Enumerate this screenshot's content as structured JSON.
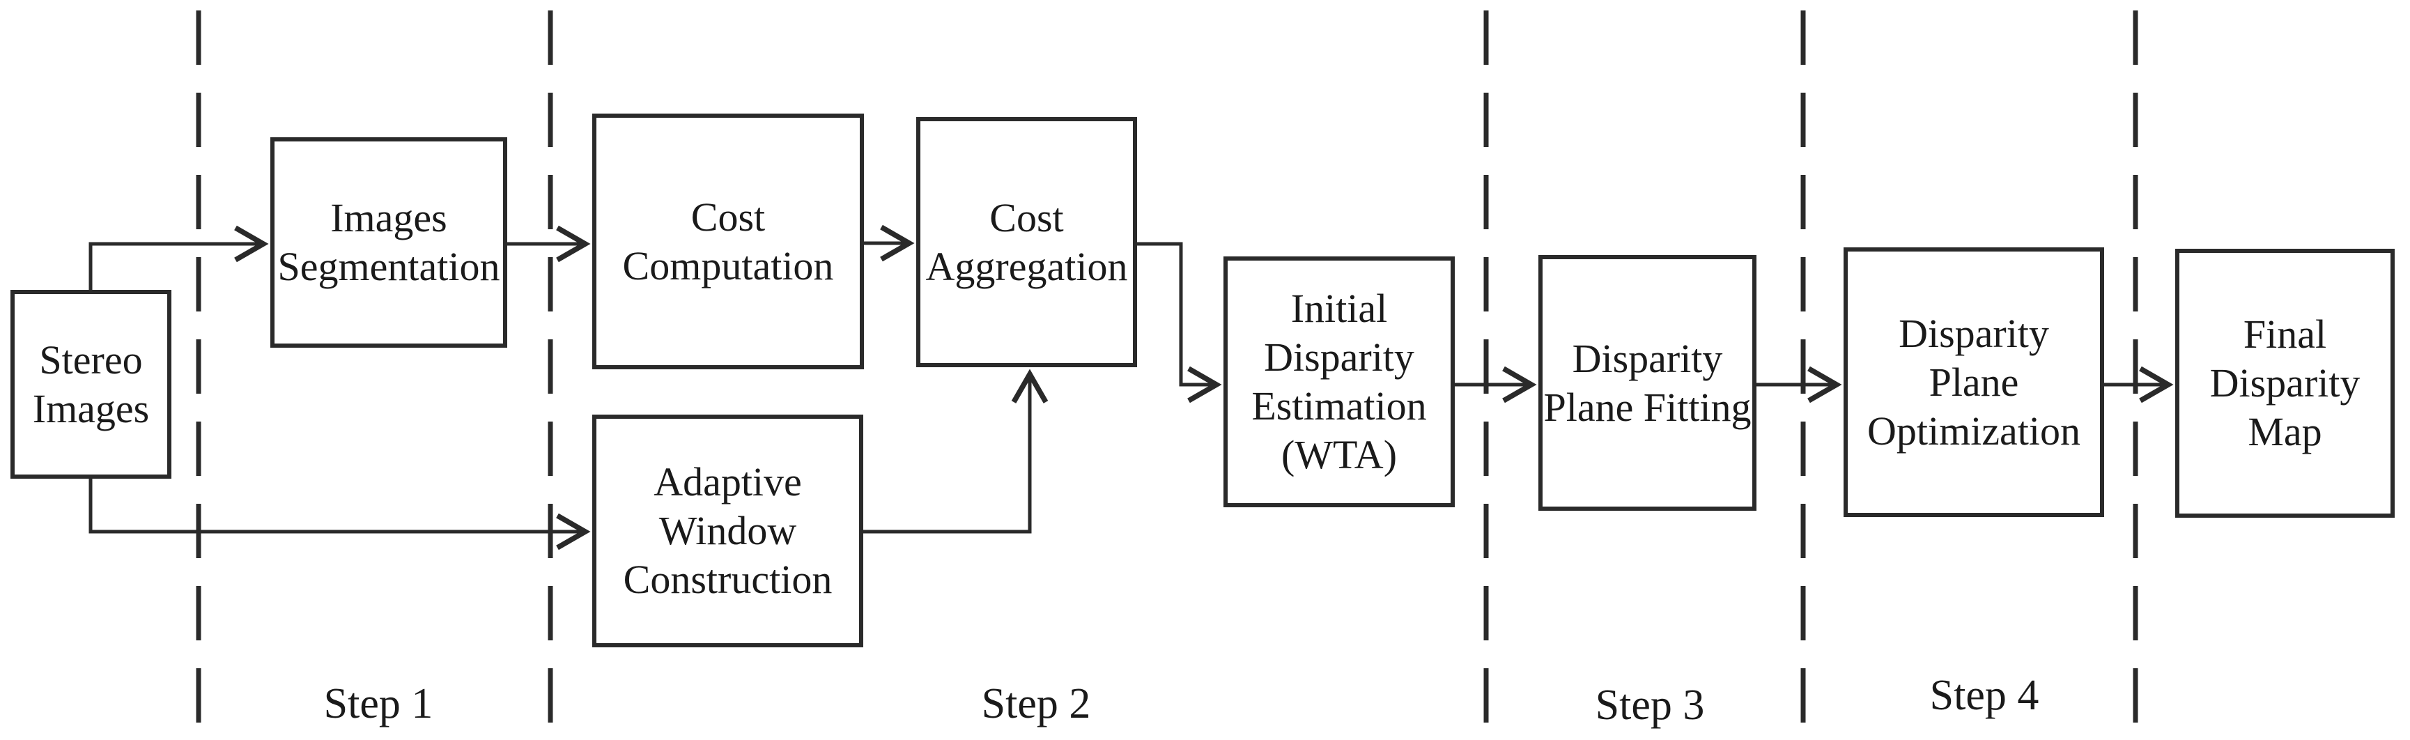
{
  "diagram": {
    "type": "flowchart",
    "background_color": "#ffffff",
    "line_color": "#2a2a2a",
    "text_color": "#1a1a1a",
    "nodes": {
      "stereo_images": {
        "label": "Stereo\nImages"
      },
      "images_segmentation": {
        "label": "Images\nSegmentation"
      },
      "cost_computation": {
        "label": "Cost\nComputation"
      },
      "cost_aggregation": {
        "label": "Cost\nAggregation"
      },
      "adaptive_window": {
        "label": "Adaptive\nWindow\nConstruction"
      },
      "initial_disparity": {
        "label": "Initial\nDisparity\nEstimation\n(WTA)"
      },
      "plane_fitting": {
        "label": "Disparity\nPlane Fitting"
      },
      "plane_optimization": {
        "label": "Disparity\nPlane\nOptimization"
      },
      "final_map": {
        "label": "Final\nDisparity\nMap"
      }
    },
    "edges": [
      {
        "from": "stereo_images",
        "to": "images_segmentation"
      },
      {
        "from": "images_segmentation",
        "to": "cost_computation"
      },
      {
        "from": "cost_computation",
        "to": "cost_aggregation"
      },
      {
        "from": "cost_aggregation",
        "to": "initial_disparity"
      },
      {
        "from": "stereo_images",
        "to": "adaptive_window"
      },
      {
        "from": "adaptive_window",
        "to": "cost_aggregation"
      },
      {
        "from": "initial_disparity",
        "to": "plane_fitting"
      },
      {
        "from": "plane_fitting",
        "to": "plane_optimization"
      },
      {
        "from": "plane_optimization",
        "to": "final_map"
      }
    ],
    "step_labels": {
      "step1": "Step 1",
      "step2": "Step 2",
      "step3": "Step 3",
      "step4": "Step 4"
    },
    "steps": [
      {
        "label": "Step 1",
        "nodes": [
          "images_segmentation"
        ]
      },
      {
        "label": "Step 2",
        "nodes": [
          "cost_computation",
          "cost_aggregation",
          "adaptive_window",
          "initial_disparity"
        ]
      },
      {
        "label": "Step 3",
        "nodes": [
          "plane_fitting"
        ]
      },
      {
        "label": "Step 4",
        "nodes": [
          "plane_optimization"
        ]
      }
    ]
  }
}
